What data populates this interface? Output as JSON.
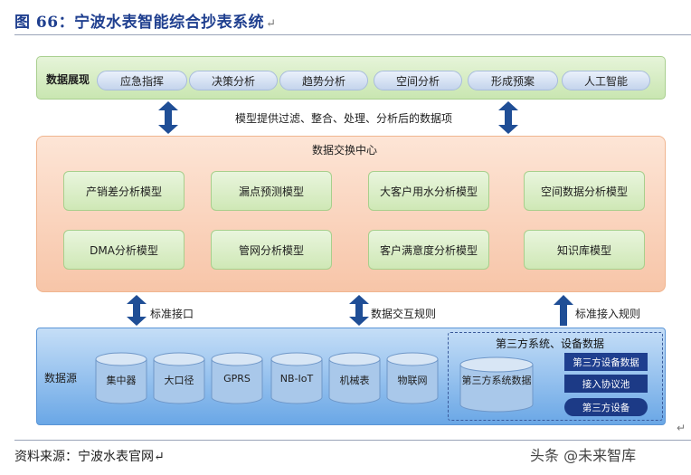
{
  "figure": {
    "title": "图 66：宁波水表智能综合抄表系统",
    "return_mark": "↵",
    "source": "资料来源：宁波水表官网↵",
    "corner_mark": "↵",
    "watermark": "头条 @未来智库"
  },
  "display_layer": {
    "label": "数据展现",
    "items": [
      "应急指挥",
      "决策分析",
      "趋势分析",
      "空间分析",
      "形成预案",
      "人工智能"
    ]
  },
  "top_flow_label": "模型提供过滤、整合、处理、分析后的数据项",
  "exchange_center": {
    "title": "数据交换中心",
    "models": [
      "产销差分析模型",
      "漏点预测模型",
      "大客户用水分析模型",
      "空间数据分析模型",
      "DMA分析模型",
      "管网分析模型",
      "客户满意度分析模型",
      "知识库模型"
    ]
  },
  "interfaces": [
    "标准接口",
    "数据交互规则",
    "标准接入规则"
  ],
  "source_layer": {
    "label": "数据源",
    "cylinders": [
      "集中器",
      "大口径",
      "GPRS",
      "NB-IoT",
      "机械表",
      "物联网"
    ],
    "third_party": {
      "title": "第三方系统、设备数据",
      "database": "第三方系统数据",
      "boxes": [
        "第三方设备数据",
        "接入协议池",
        "第三方设备"
      ]
    }
  },
  "colors": {
    "title_blue": "#1f3f8f",
    "display_green": "#c9e6b1",
    "exchange_orange": "#f7c5a8",
    "model_green": "#cfe8b6",
    "source_blue": "#6aa7e6",
    "arrow_blue": "#1f4e96",
    "dark_box": "#1f3f8f"
  }
}
